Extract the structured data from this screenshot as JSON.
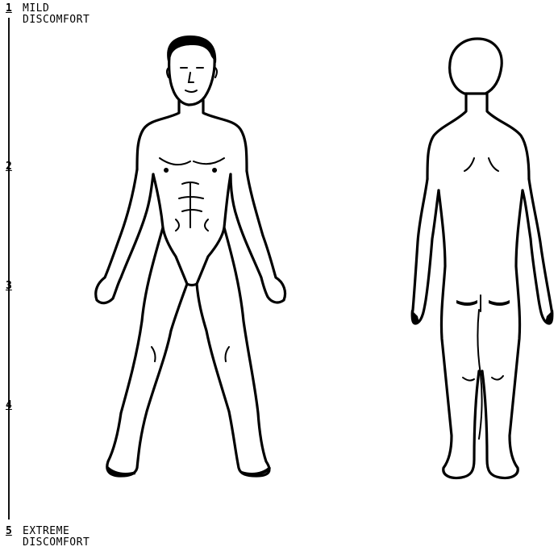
{
  "scale": {
    "ticks": [
      {
        "number": "1"
      },
      {
        "number": "2"
      },
      {
        "number": "3"
      },
      {
        "number": "4"
      },
      {
        "number": "5"
      }
    ],
    "top_label": {
      "line1": "MILD",
      "line2": "DISCOMFORT"
    },
    "bottom_label": {
      "line1": "EXTREME",
      "line2": "DISCOMFORT"
    }
  },
  "figures": {
    "front": {
      "icon": "body-front-icon"
    },
    "back": {
      "icon": "body-back-icon"
    }
  }
}
